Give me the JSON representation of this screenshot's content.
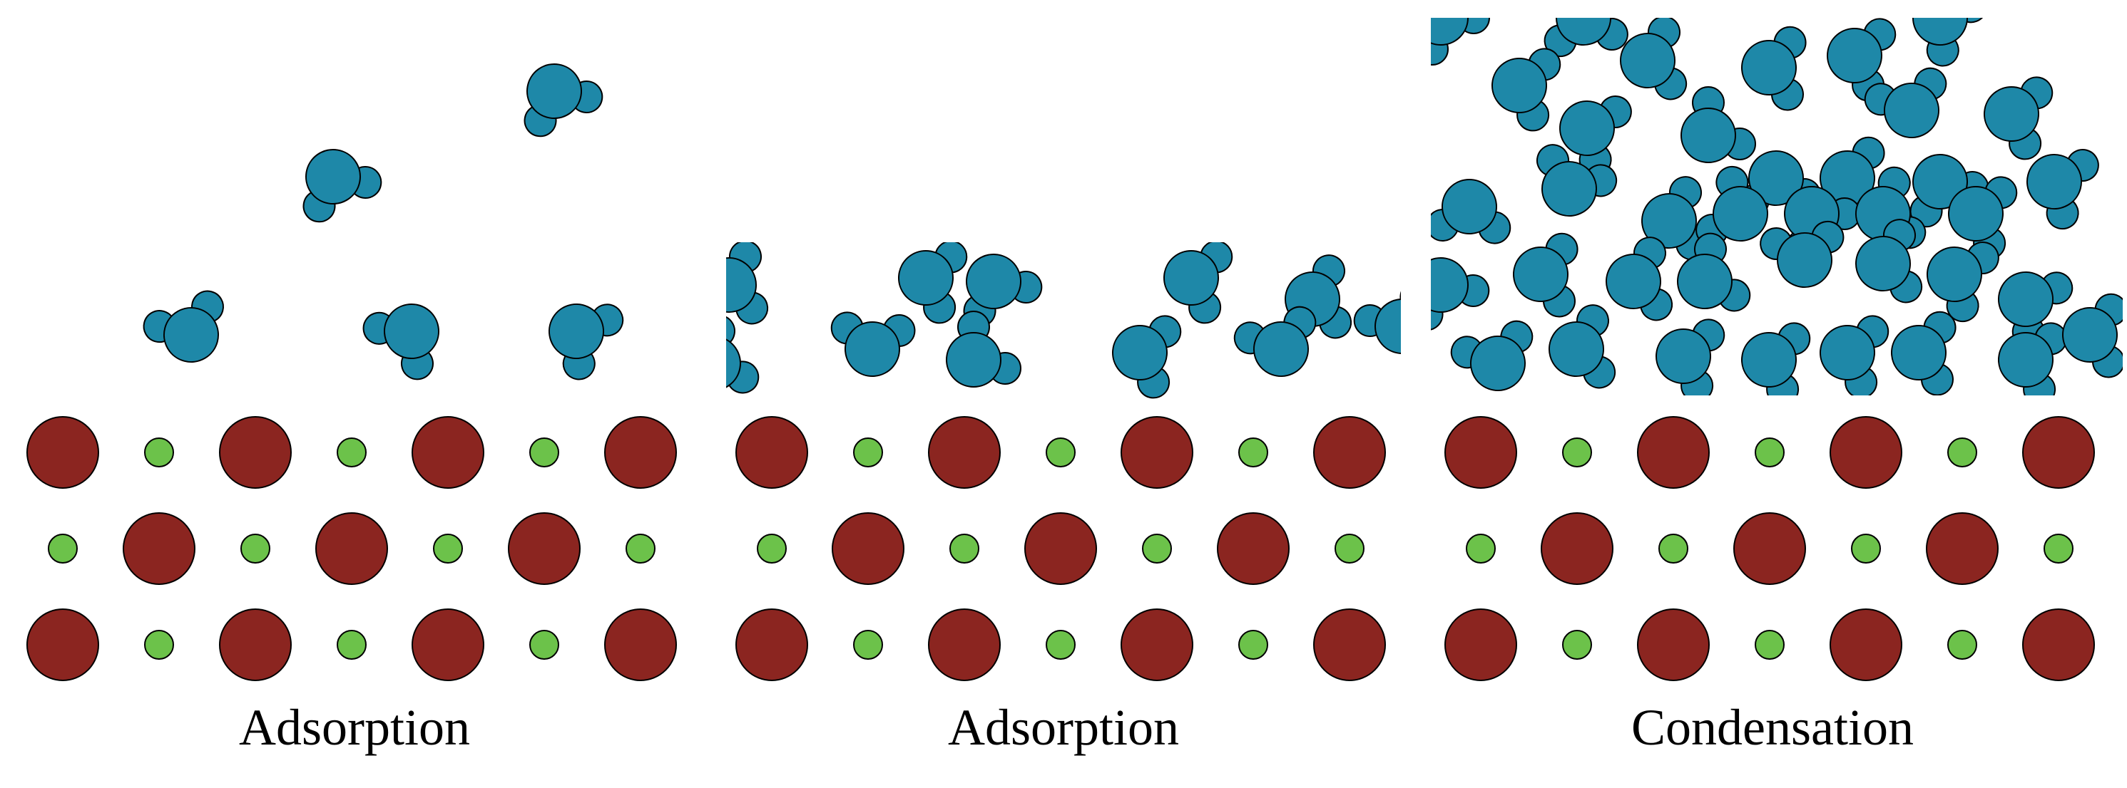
{
  "colors": {
    "water": "#1e88a8",
    "cation": "#8b2520",
    "anion": "#6cc24a",
    "outline": "#000000",
    "background": "#ffffff"
  },
  "panels": [
    {
      "caption": "Adsorption",
      "state": "few water molecules above the lattice"
    },
    {
      "caption": "Adsorption",
      "state": "partial water layer on the lattice surface"
    },
    {
      "caption": "Condensation",
      "state": "dense water layer covering the lattice"
    }
  ]
}
